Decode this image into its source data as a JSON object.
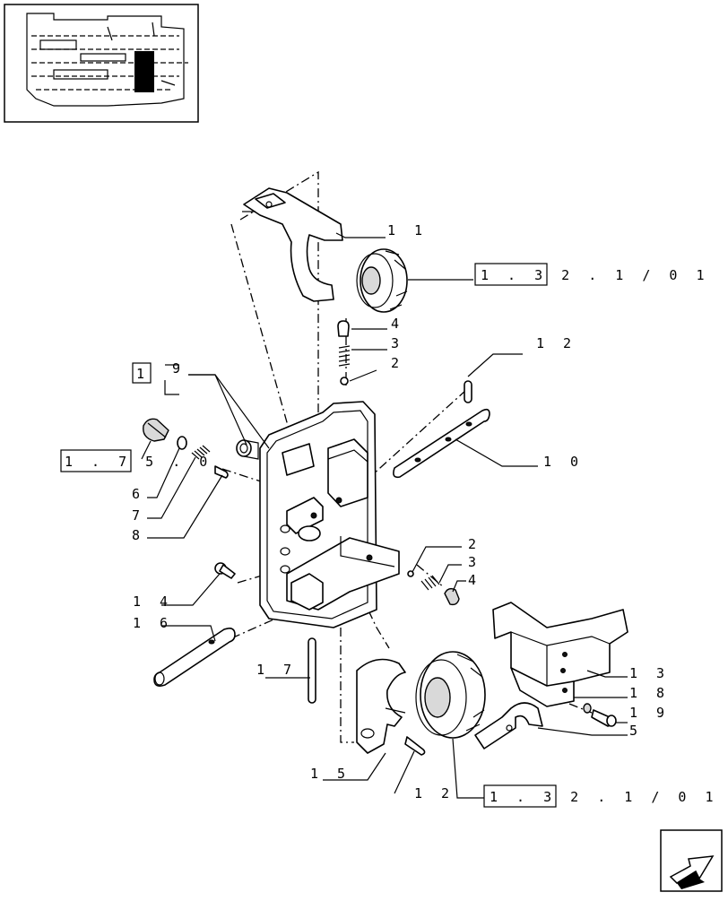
{
  "diagram": {
    "callouts": {
      "c11": "1 1",
      "c1_32a": "1 . 3 2 . 1 / 0 1",
      "c4a": "4",
      "c3a": "3",
      "c2a": "2",
      "c12a": "1 2",
      "c1": "1",
      "c9": "9",
      "c1_75": "1 . 7 5 . 0",
      "c6": "6",
      "c7": "7",
      "c8": "8",
      "c10": "1 0",
      "c2b": "2",
      "c3b": "3",
      "c4b": "4",
      "c14": "1 4",
      "c16": "1 6",
      "c17": "1 7",
      "c13": "1 3",
      "c18": "1 8",
      "c19": "1 9",
      "c5": "5",
      "c15": "1 5",
      "c12b": "1 2",
      "c1_32b": "1 . 3 2 . 1 / 0 1"
    }
  }
}
